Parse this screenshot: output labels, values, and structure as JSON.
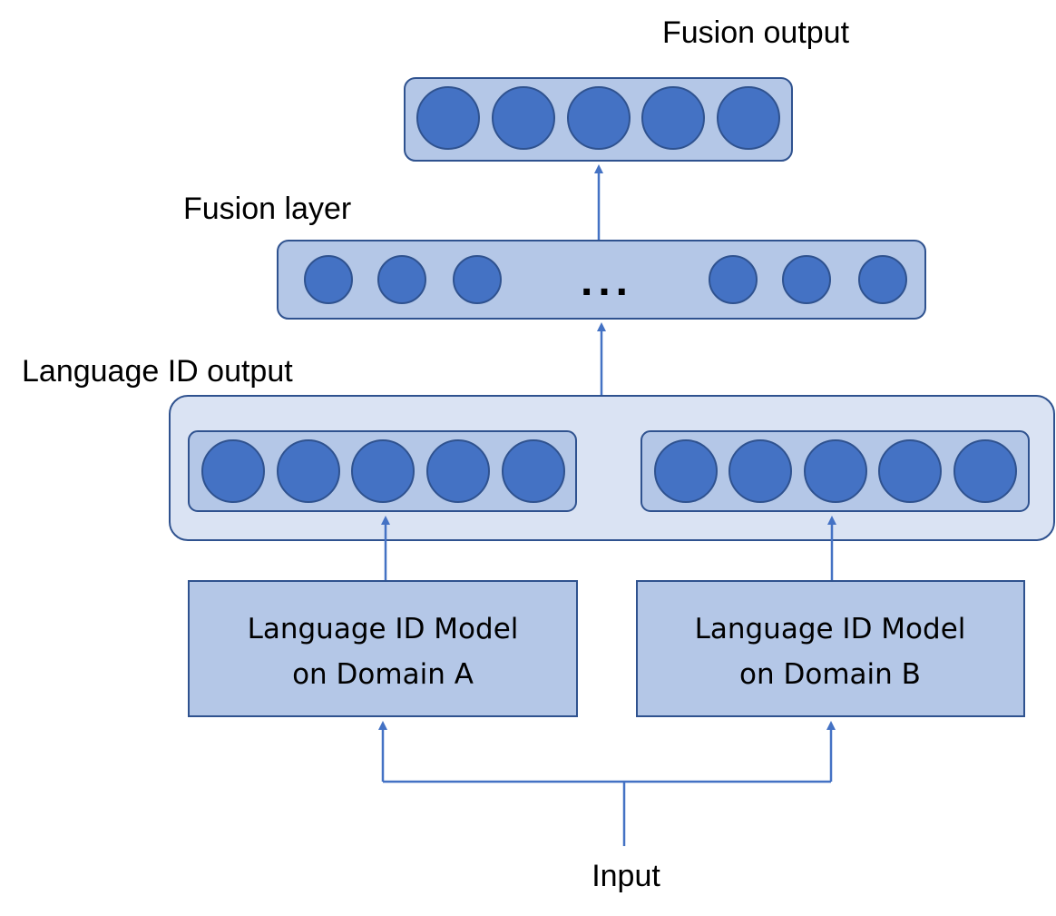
{
  "labels": {
    "fusion_output": "Fusion output",
    "fusion_layer": "Fusion layer",
    "language_id_output": "Language ID output",
    "input": "Input",
    "ellipsis": "..."
  },
  "models": {
    "a": {
      "line1": "Language ID Model",
      "line2": "on Domain A"
    },
    "b": {
      "line1": "Language ID Model",
      "line2": "on Domain B"
    }
  },
  "colors": {
    "node_fill": "#4472c4",
    "node_stroke": "#2f528f",
    "layer_fill": "#b4c7e7",
    "outer_group_fill": "#dae3f3",
    "arrow": "#4472c4"
  }
}
